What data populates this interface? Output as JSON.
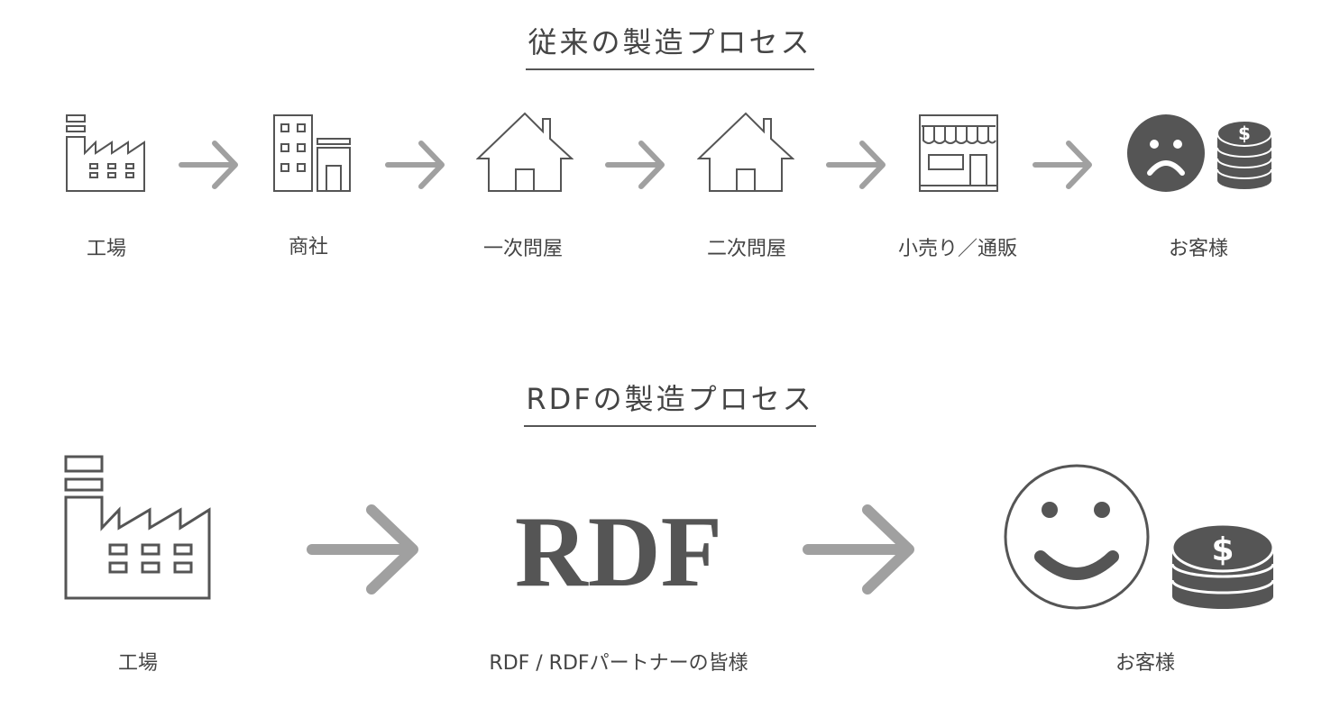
{
  "traditional": {
    "title": "従来の製造プロセス",
    "steps": [
      "工場",
      "商社",
      "一次問屋",
      "二次問屋",
      "小売り／通販",
      "お客様"
    ]
  },
  "rdf": {
    "title": "RDFの製造プロセス",
    "logo_text": "RDF",
    "steps": [
      "工場",
      "RDF / RDFパートナーの皆様",
      "お客様"
    ]
  },
  "icons": {
    "factory": "factory-icon",
    "office": "office-building-icon",
    "house": "house-icon",
    "shop": "shop-icon",
    "sad": "sad-face-icon",
    "happy": "smiley-face-icon",
    "coins": "coin-stack-icon",
    "arrow": "arrow-right-icon"
  },
  "colors": {
    "icon_stroke": "#555555",
    "arrow": "#a0a0a0",
    "fill": "#555555"
  }
}
